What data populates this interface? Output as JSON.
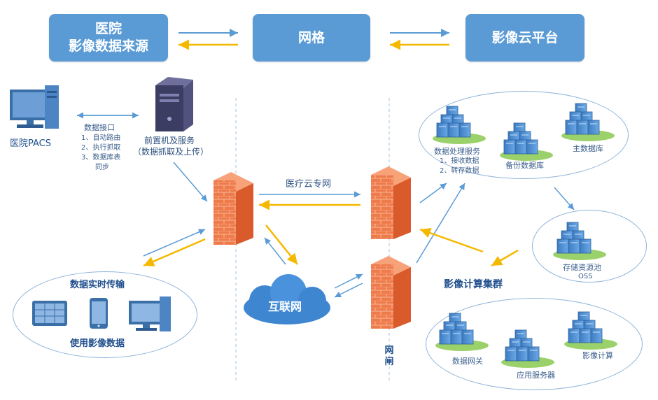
{
  "headers": {
    "source": [
      "医院",
      "影像数据来源"
    ],
    "grid": "网格",
    "cloud": "影像云平台"
  },
  "left": {
    "pacs_label": "医院PACS",
    "interface_title": "数据接口",
    "interface_items": [
      "1、自动路由",
      "2、执行抓取",
      "3、数据库表",
      "同步"
    ],
    "server_label": [
      "前置机及服务",
      "（数据抓取及上传）"
    ],
    "realtime_title": "数据实时传输",
    "use_title": "使用影像数据"
  },
  "middle": {
    "private_net": "医疗云专网",
    "internet": "互联网",
    "gate": "网闸"
  },
  "right": {
    "data_service": "数据处理服务",
    "data_service_items": [
      "1、接收数据",
      "2、转存数据"
    ],
    "backup_db": "备份数据库",
    "main_db": "主数据库",
    "storage_pool": "存储资源池",
    "oss": "OSS",
    "cluster_title": "影像计算集群",
    "data_gateway": "数据网关",
    "app_server": "应用服务器",
    "image_compute": "影像计算"
  },
  "colors": {
    "header_blue": "#5b9bd5",
    "arrow_blue": "#5b9bd5",
    "arrow_yellow": "#f5b800",
    "firewall": "#e9643a",
    "server_blue": "#4f8fd0",
    "grass": "#9bd16a"
  }
}
